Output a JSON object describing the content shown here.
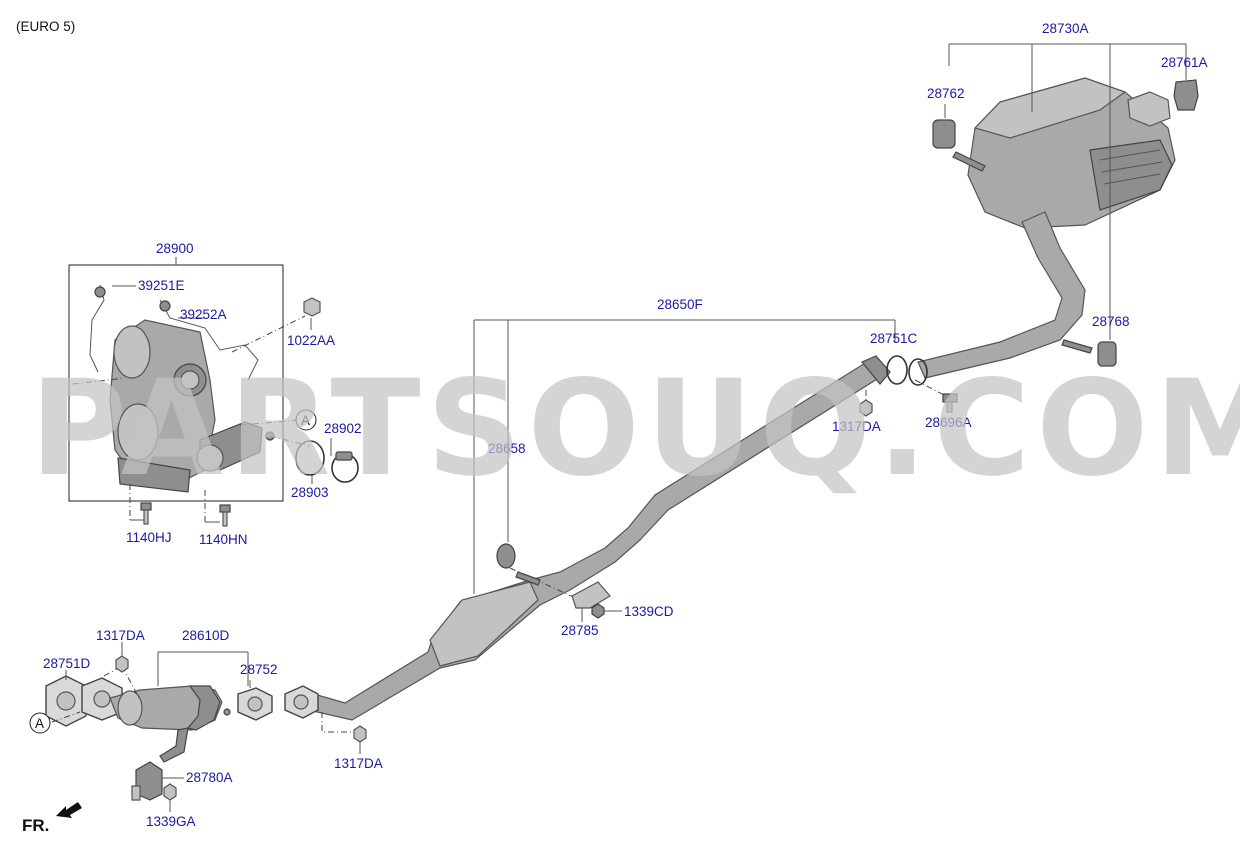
{
  "header": {
    "variant": "(EURO 5)"
  },
  "watermark": "PARTSOUQ.COM",
  "direction": {
    "label": "FR."
  },
  "callout": {
    "symbol": "A"
  },
  "parts": {
    "p28730A": "28730A",
    "p28761A": "28761A",
    "p28762": "28762",
    "p28768": "28768",
    "p28900": "28900",
    "p39251E": "39251E",
    "p39252A": "39252A",
    "p1022AA": "1022AA",
    "p28902": "28902",
    "p28903": "28903",
    "p1140HJ": "1140HJ",
    "p1140HN": "1140HN",
    "p28650F": "28650F",
    "p28751C": "28751C",
    "p1317DA_top": "1317DA",
    "p28696A": "28696A",
    "p28658": "28658",
    "p1339CD": "1339CD",
    "p28785": "28785",
    "p1317DA_left": "1317DA",
    "p28610D": "28610D",
    "p28751D": "28751D",
    "p28752": "28752",
    "p28780A": "28780A",
    "p1339GA": "1339GA",
    "p1317DA_bottom": "1317DA"
  }
}
